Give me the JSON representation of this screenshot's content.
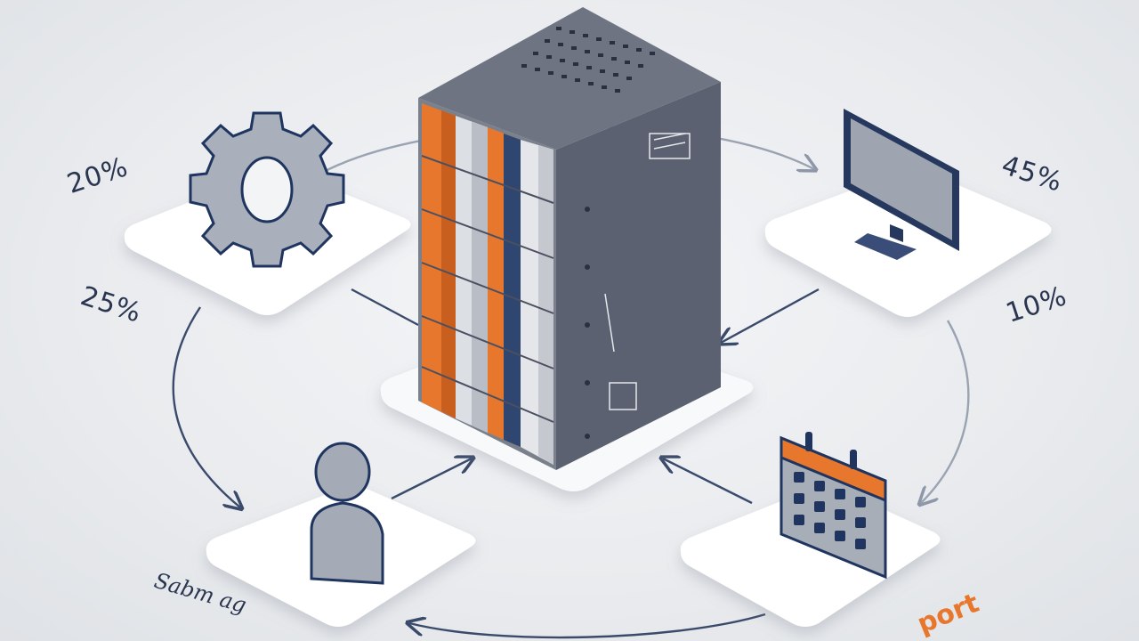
{
  "hub": {
    "name": "server-rack"
  },
  "nodes": [
    {
      "id": "settings",
      "icon": "gear-icon",
      "percent": "20%"
    },
    {
      "id": "monitor",
      "icon": "monitor-icon",
      "percent": "45%"
    },
    {
      "id": "user",
      "icon": "user-icon",
      "percent": "25%"
    },
    {
      "id": "calendar",
      "icon": "calendar-icon",
      "percent": "10%"
    }
  ],
  "labels": {
    "bottom_left": "Sabm ag",
    "bottom_right": "port"
  },
  "colors": {
    "navy": "#2a3a5c",
    "orange": "#e8772e",
    "steel": "#5c6270",
    "platform": "#ffffff",
    "background": "#eceef1"
  }
}
